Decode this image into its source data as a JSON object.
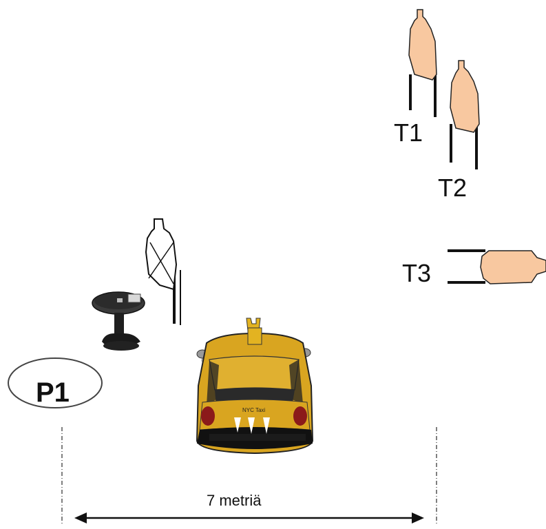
{
  "targets": [
    {
      "label": "T1",
      "color": "#f8c8a0",
      "orientation": "upright"
    },
    {
      "label": "T2",
      "color": "#f8c8a0",
      "orientation": "upright"
    },
    {
      "label": "T3",
      "color": "#f8c8a0",
      "orientation": "sideways"
    }
  ],
  "no_shoot_target": {
    "style": "outline-with-cross"
  },
  "position": {
    "label": "P1"
  },
  "distance": {
    "label": "7 metriä"
  },
  "car": {
    "plate_text": "NYC Taxi",
    "body_color": "#d9a520",
    "roof_sign_color": "#e3b321"
  },
  "table": {
    "color": "#2b2b2b"
  },
  "icons": [
    "target-icon",
    "taxi-car-icon",
    "round-table-icon",
    "double-arrow-icon"
  ]
}
